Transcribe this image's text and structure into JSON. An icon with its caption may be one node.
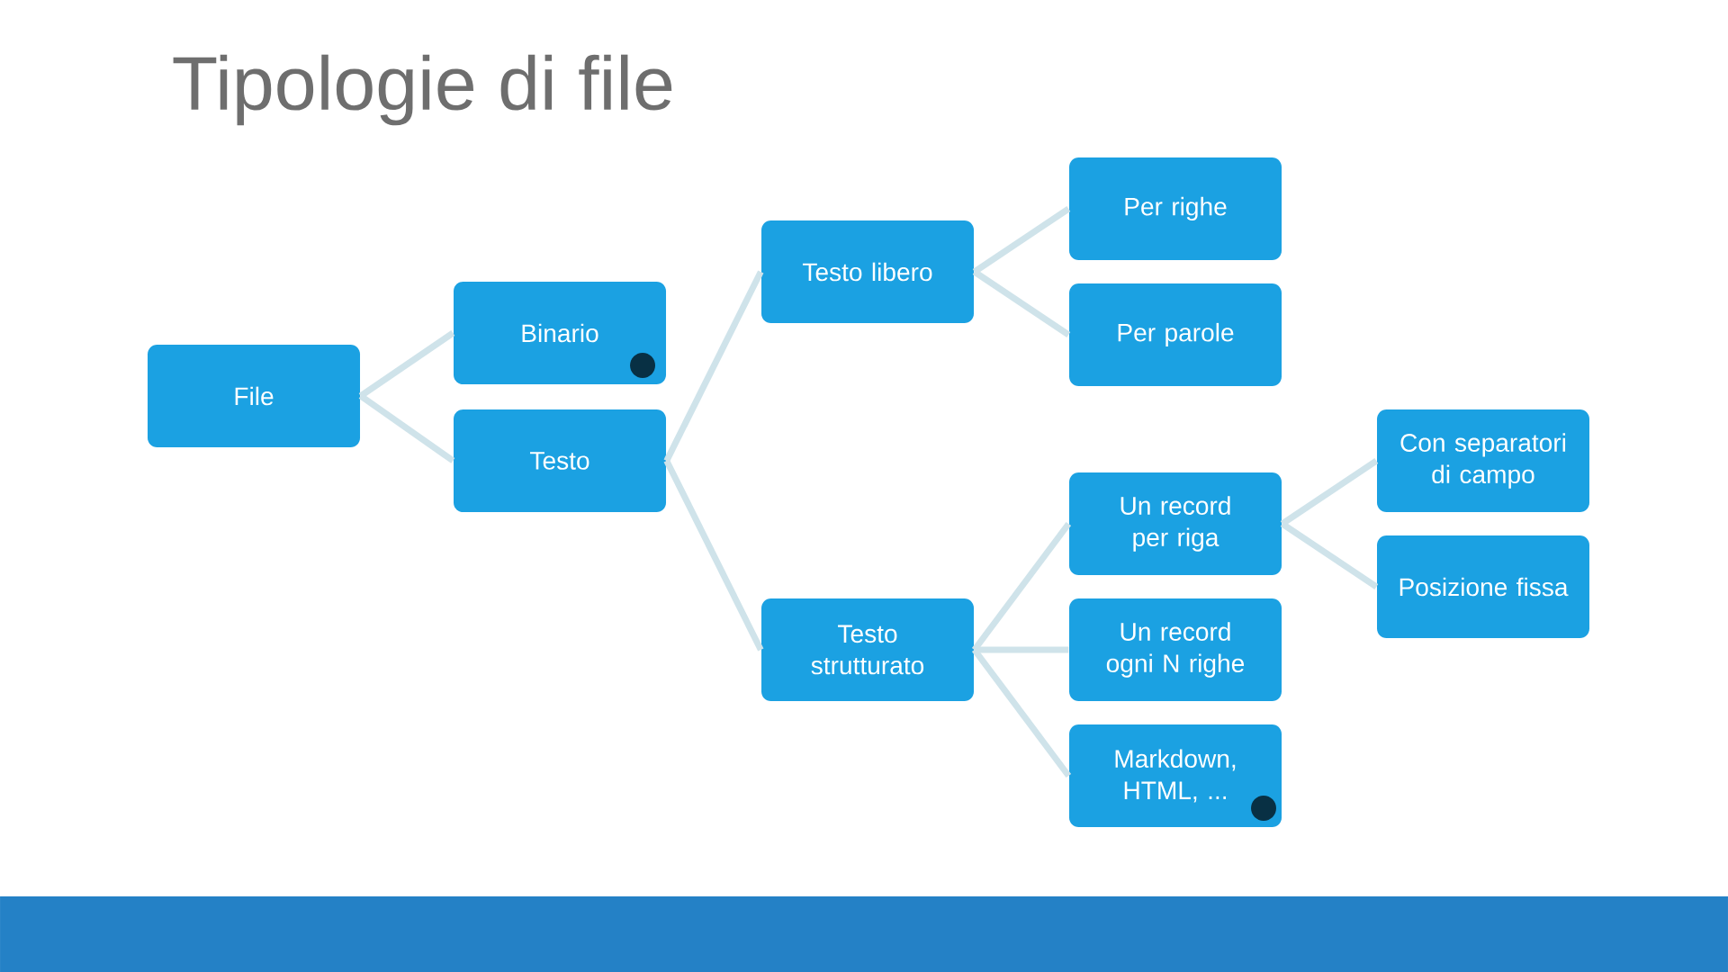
{
  "diagram": {
    "title": "Tipologie di file",
    "nodes": [
      {
        "text": [
          "File"
        ]
      },
      {
        "text": [
          "Binario"
        ]
      },
      {
        "text": [
          "Testo"
        ]
      },
      {
        "text": [
          "Testo libero"
        ]
      },
      {
        "text": [
          "Testo strutturato"
        ]
      },
      {
        "text": [
          "Per righe"
        ]
      },
      {
        "text": [
          "Per parole"
        ]
      },
      {
        "text": [
          "Un record per riga"
        ]
      },
      {
        "text": [
          "Un record ogni N righe"
        ]
      },
      {
        "text": [
          "Markdown, HTML, ..."
        ]
      },
      {
        "text": [
          "Con separatori di campo"
        ]
      },
      {
        "text": [
          "Posizione fissa"
        ]
      }
    ],
    "edges": [
      {
        "from": 0,
        "to": 1,
        "arrow": "none"
      },
      {
        "from": 0,
        "to": 2,
        "arrow": "none"
      },
      {
        "from": 2,
        "to": 3,
        "arrow": "none"
      },
      {
        "from": 2,
        "to": 4,
        "arrow": "none"
      },
      {
        "from": 3,
        "to": 5,
        "arrow": "none"
      },
      {
        "from": 3,
        "to": 6,
        "arrow": "none"
      },
      {
        "from": 4,
        "to": 7,
        "arrow": "none"
      },
      {
        "from": 4,
        "to": 8,
        "arrow": "none"
      },
      {
        "from": 4,
        "to": 9,
        "arrow": "none"
      },
      {
        "from": 7,
        "to": 10,
        "arrow": "none"
      },
      {
        "from": 7,
        "to": 11,
        "arrow": "none"
      }
    ]
  }
}
